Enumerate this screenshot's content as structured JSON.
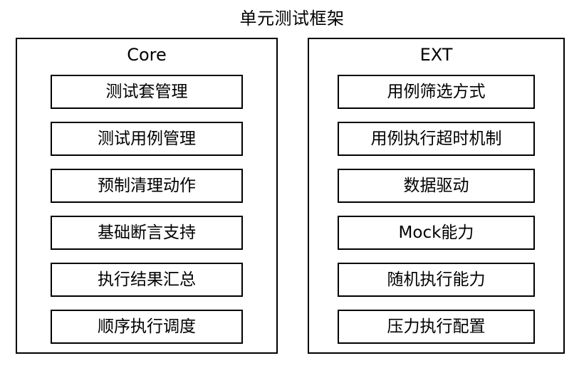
{
  "diagram": {
    "title": "单元测试框架",
    "groups": [
      {
        "name": "core",
        "title": "Core",
        "items": [
          {
            "label": "测试套管理"
          },
          {
            "label": "测试用例管理"
          },
          {
            "label": "预制清理动作"
          },
          {
            "label": "基础断言支持"
          },
          {
            "label": "执行结果汇总"
          },
          {
            "label": "顺序执行调度"
          }
        ]
      },
      {
        "name": "ext",
        "title": "EXT",
        "items": [
          {
            "label": "用例筛选方式"
          },
          {
            "label": "用例执行超时机制"
          },
          {
            "label": "数据驱动"
          },
          {
            "label": "Mock能力"
          },
          {
            "label": "随机执行能力"
          },
          {
            "label": "压力执行配置"
          }
        ]
      }
    ],
    "colors": {
      "background": "#ffffff",
      "stroke": "#000000",
      "text": "#000000"
    }
  }
}
